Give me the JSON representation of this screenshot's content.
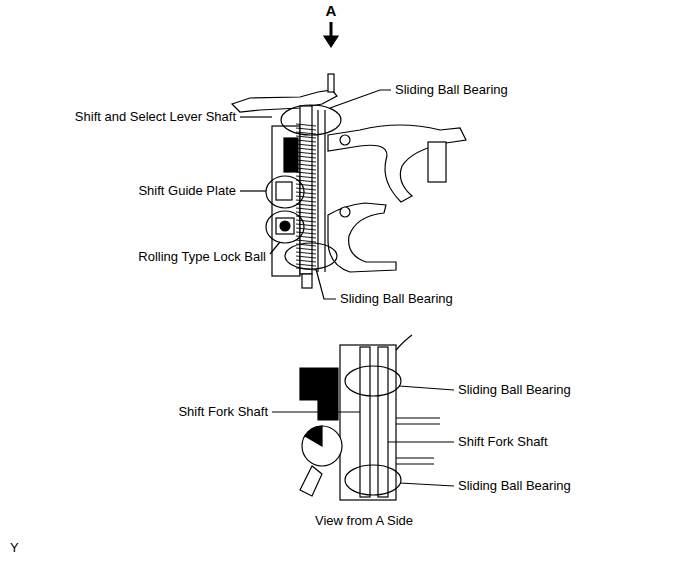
{
  "diagram": {
    "labels": [
      "A",
      "Shift and Select Lever Shaft",
      "Sliding Ball Bearing",
      "Shift Guide Plate",
      "Rolling Type Lock Ball",
      "Sliding Ball Bearing",
      "Sliding Ball Bearing",
      "Shift Fork Shaft",
      "Shift Fork Shaft",
      "Sliding Ball Bearing",
      "View from A Side",
      "Y"
    ]
  }
}
